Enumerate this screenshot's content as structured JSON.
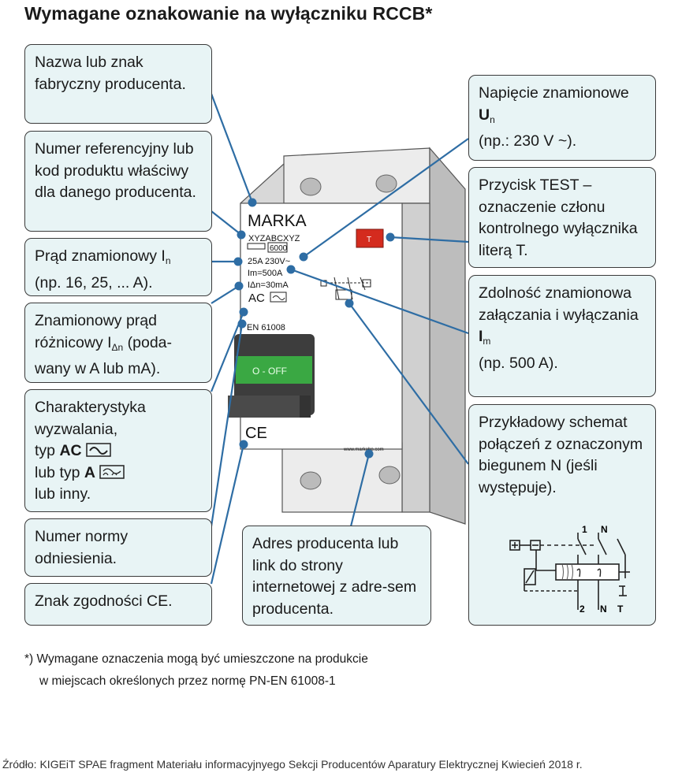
{
  "title": "Wymagane oznakowanie na wyłączniku RCCB*",
  "callouts": {
    "manufacturer_name": "Nazwa lub znak fabryczny producenta.",
    "reference_number": "Numer referencyjny lub kod produktu właściwy dla danego producenta.",
    "rated_current_a": "Prąd znamionowy I",
    "rated_current_sub": "n",
    "rated_current_b": "(np. 16, 25, ... A).",
    "residual_current_a": "Znamionowy prąd różnicowy I",
    "residual_current_sub": "Δn",
    "residual_current_b": " (poda-wany w A lub mA).",
    "char_line1": "Charakterystyka",
    "char_line2": "wyzwalania,",
    "char_typ": "typ ",
    "char_ac": "AC",
    "char_lub": "lub typ ",
    "char_a": "A",
    "char_inny": "lub inny.",
    "norm_number": "Numer normy odniesienia.",
    "ce_mark": "Znak zgodności CE.",
    "address": "Adres producenta lub link do strony internetowej z adre-sem producenta.",
    "voltage_a": "Napięcie znamionowe ",
    "voltage_u": "U",
    "voltage_sub": "n",
    "voltage_b": "(np.: 230 V ~).",
    "test_button": "Przycisk TEST – oznaczenie członu kontrolnego wyłącznika literą T.",
    "capacity_a": "Zdolność znamionowa załączania i wyłączania ",
    "capacity_i": "I",
    "capacity_sub": "m",
    "capacity_b": "(np. 500 A).",
    "schema": "Przykładowy schemat połączeń z oznaczonym biegunem N (jeśli występuje)."
  },
  "device": {
    "brand": "MARKA",
    "code": "XYZABCXYZ",
    "capacity_box": "6000",
    "current_voltage": "25A  230V~",
    "im": "Im=500A",
    "idn": "IΔn=30mA",
    "ac": "AC",
    "norm": "EN 61008",
    "toggle": "O - OFF",
    "ce": "CE",
    "website": "www.markahp.com",
    "test_letter": "T"
  },
  "schema_labels": {
    "t1": "1",
    "tN": "N",
    "b2": "2",
    "bN": "N",
    "bT": "T"
  },
  "footnote_line1": "*) Wymagane oznaczenia mogą być umieszczone na produkcie",
  "footnote_line2": "w miejscach określonych przez normę PN-EN 61008-1",
  "source": "Źródło: KIGEiT SPAE fragment Materiału informacyjnyego Sekcji Producentów Aparatury Elektrycznej Kwiecień 2018 r.",
  "colors": {
    "box_fill": "#e8f4f5",
    "leader": "#2e6da4",
    "toggle_green": "#3aa843",
    "test_red": "#d42b1e"
  }
}
